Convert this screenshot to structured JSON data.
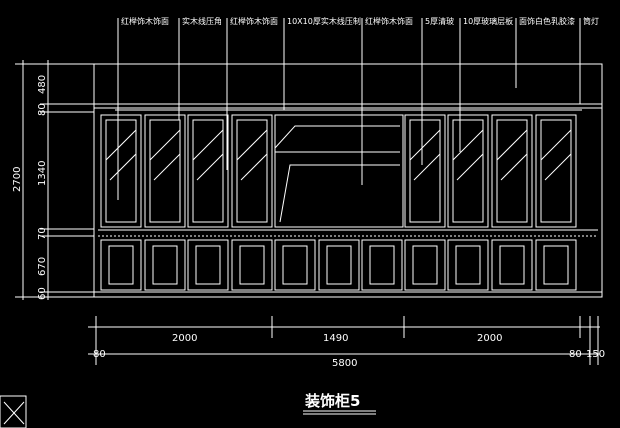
{
  "drawing": {
    "title": "装饰柜5",
    "annotations": [
      "红榉饰木饰面",
      "实木线压角",
      "红榉饰木饰面",
      "10X10厚实木线压制",
      "红榉饰木饰面",
      "5厚清玻",
      "10厚玻璃层板",
      "面饰白色乳胶漆",
      "筒灯"
    ],
    "horizontal_dims": {
      "segments": [
        "2000",
        "1490",
        "2000"
      ],
      "left_end": "80",
      "total": "5800",
      "right_end": "80",
      "right_extra": "150"
    },
    "vertical_dims": {
      "total": "2700",
      "segments": [
        "480",
        "80",
        "1340",
        "70",
        "670",
        "60"
      ]
    },
    "colors": {
      "background": "#000000",
      "lines": "#ffffff"
    },
    "icons": [
      "close-icon"
    ]
  }
}
